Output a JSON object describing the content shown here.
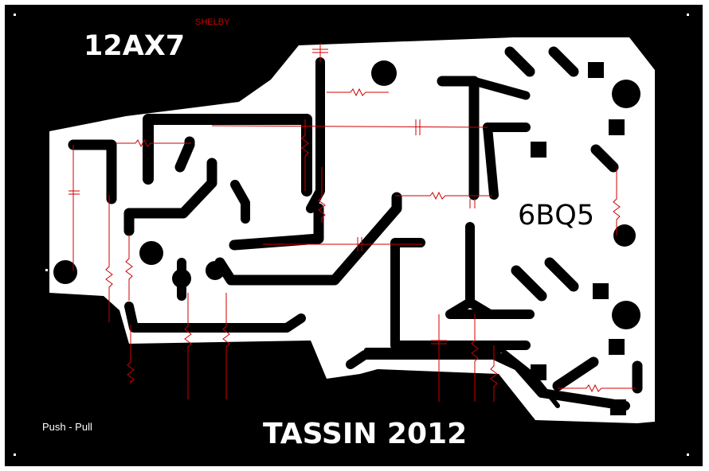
{
  "labels": {
    "tube_left": "12AX7",
    "signature": "SHELBY",
    "tube_right": "6BQ5",
    "circuit_type": "Push - Pull",
    "credit": "TASSIN 2012"
  },
  "colors": {
    "background": "#000000",
    "board": "#ffffff",
    "copper": "#000000",
    "overlay": "#d00000"
  }
}
